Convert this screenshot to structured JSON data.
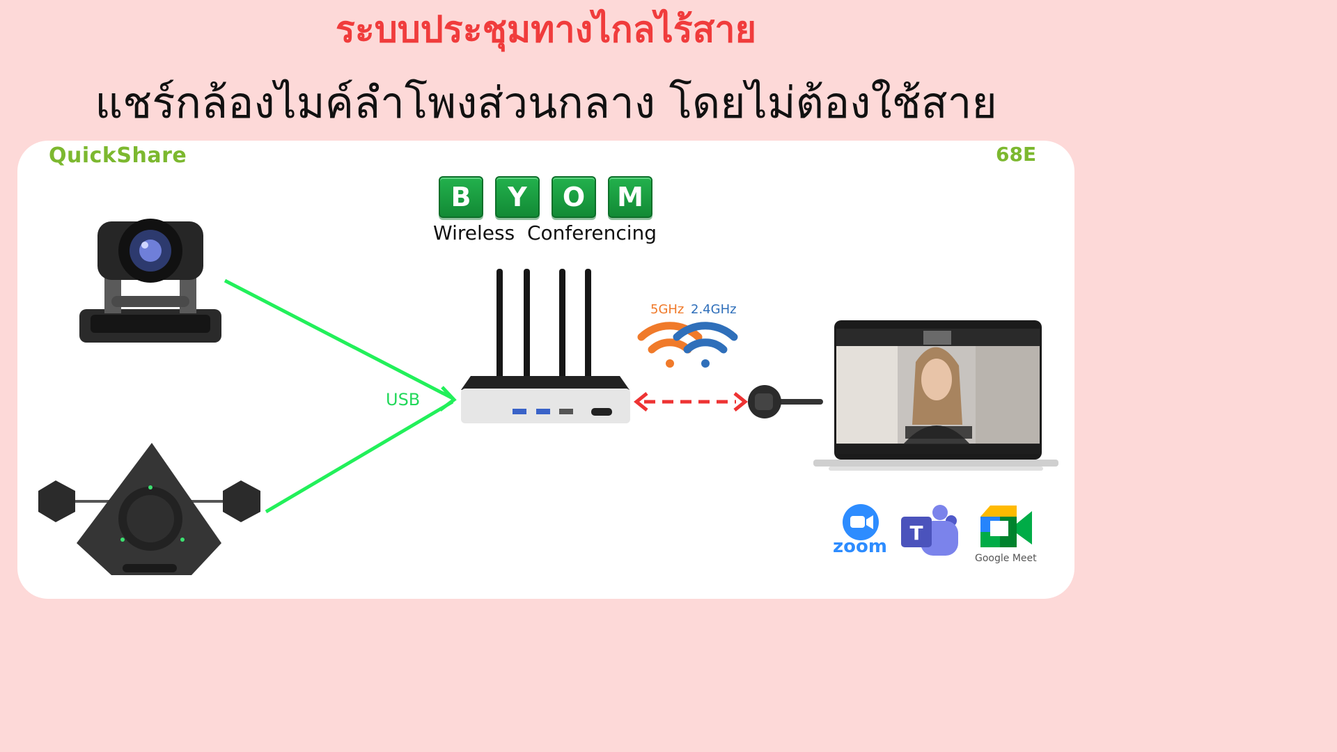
{
  "header": {
    "title_top": "ระบบประชุมทางไกลไร้สาย",
    "title_main": "แชร์กล้องไมค์ลำโพงส่วนกลาง โดยไม่ต้องใช้สาย"
  },
  "brand": {
    "logo_text": "QuickShare",
    "model": "68E"
  },
  "byom": {
    "letters": [
      "B",
      "Y",
      "O",
      "M"
    ],
    "subtitle": "Wireless  Conferencing"
  },
  "connections": {
    "usb_label": "USB",
    "band_5": "5GHz",
    "band_24": "2.4GHz"
  },
  "apps": {
    "zoom": "zoom",
    "teams_letter": "T",
    "google_meet": "Google Meet"
  },
  "colors": {
    "title_red": "#f03c3c",
    "brand_green": "#7cb82f",
    "usb_green": "#22f05a",
    "arrow_red": "#ee3333",
    "wifi_orange": "#f07a2a",
    "wifi_blue": "#2f6fba"
  }
}
